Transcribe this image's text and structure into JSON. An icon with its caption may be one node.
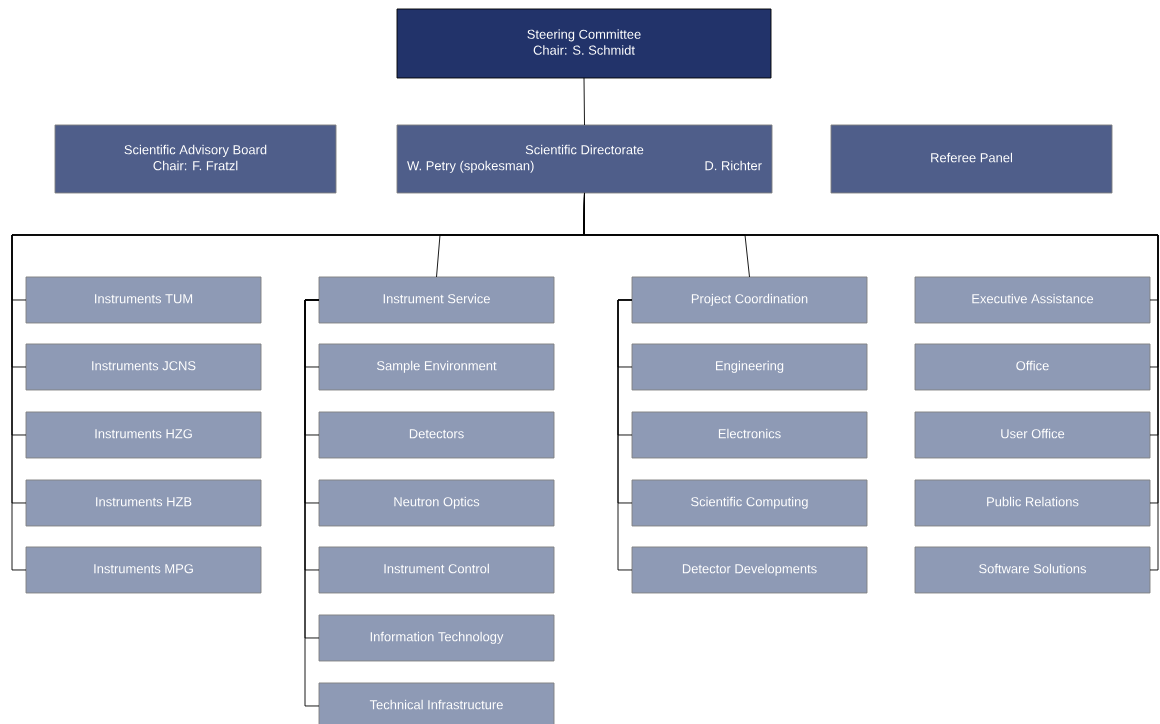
{
  "diagram": {
    "nodes": [
      {
        "text": [
          "Steering Committee",
          "Chair: S. Schmidt"
        ]
      },
      {
        "text": [
          "Scientific Advisory Board",
          "Chair: F. Fratzl"
        ]
      },
      {
        "text": [
          "Scientific Directorate",
          "W. Petry (spokesman)",
          "D. Richter"
        ]
      },
      {
        "text": [
          "Referee Panel"
        ]
      },
      {
        "text": [
          "Instruments TUM"
        ]
      },
      {
        "text": [
          "Instruments JCNS"
        ]
      },
      {
        "text": [
          "Instruments HZG"
        ]
      },
      {
        "text": [
          "Instruments HZB"
        ]
      },
      {
        "text": [
          "Instruments MPG"
        ]
      },
      {
        "text": [
          "Instrument Service"
        ]
      },
      {
        "text": [
          "Sample Environment"
        ]
      },
      {
        "text": [
          "Detectors"
        ]
      },
      {
        "text": [
          "Neutron Optics"
        ]
      },
      {
        "text": [
          "Instrument Control"
        ]
      },
      {
        "text": [
          "Information Technology"
        ]
      },
      {
        "text": [
          "Technical Infrastructure"
        ]
      },
      {
        "text": [
          "Project Coordination"
        ]
      },
      {
        "text": [
          "Engineering"
        ]
      },
      {
        "text": [
          "Electronics"
        ]
      },
      {
        "text": [
          "Scientific Computing"
        ]
      },
      {
        "text": [
          "Detector Developments"
        ]
      },
      {
        "text": [
          "Executive Assistance"
        ]
      },
      {
        "text": [
          "Office"
        ]
      },
      {
        "text": [
          "User Office"
        ]
      },
      {
        "text": [
          "Public Relations"
        ]
      },
      {
        "text": [
          "Software Solutions"
        ]
      }
    ],
    "edges": [
      {
        "from": 0,
        "to": 2,
        "arrow": "none"
      },
      {
        "from": 2,
        "to": 4,
        "arrow": "none"
      },
      {
        "from": 2,
        "to": 5,
        "arrow": "none"
      },
      {
        "from": 2,
        "to": 6,
        "arrow": "none"
      },
      {
        "from": 2,
        "to": 7,
        "arrow": "none"
      },
      {
        "from": 2,
        "to": 8,
        "arrow": "none"
      },
      {
        "from": 2,
        "to": 9,
        "arrow": "none"
      },
      {
        "from": 9,
        "to": 10,
        "arrow": "none"
      },
      {
        "from": 9,
        "to": 11,
        "arrow": "none"
      },
      {
        "from": 9,
        "to": 12,
        "arrow": "none"
      },
      {
        "from": 9,
        "to": 13,
        "arrow": "none"
      },
      {
        "from": 9,
        "to": 14,
        "arrow": "none"
      },
      {
        "from": 9,
        "to": 15,
        "arrow": "none"
      },
      {
        "from": 2,
        "to": 16,
        "arrow": "none"
      },
      {
        "from": 16,
        "to": 17,
        "arrow": "none"
      },
      {
        "from": 16,
        "to": 18,
        "arrow": "none"
      },
      {
        "from": 16,
        "to": 19,
        "arrow": "none"
      },
      {
        "from": 16,
        "to": 20,
        "arrow": "none"
      },
      {
        "from": 2,
        "to": 21,
        "arrow": "none"
      },
      {
        "from": 2,
        "to": 22,
        "arrow": "none"
      },
      {
        "from": 2,
        "to": 23,
        "arrow": "none"
      },
      {
        "from": 2,
        "to": 24,
        "arrow": "none"
      },
      {
        "from": 2,
        "to": 25,
        "arrow": "none"
      }
    ]
  }
}
